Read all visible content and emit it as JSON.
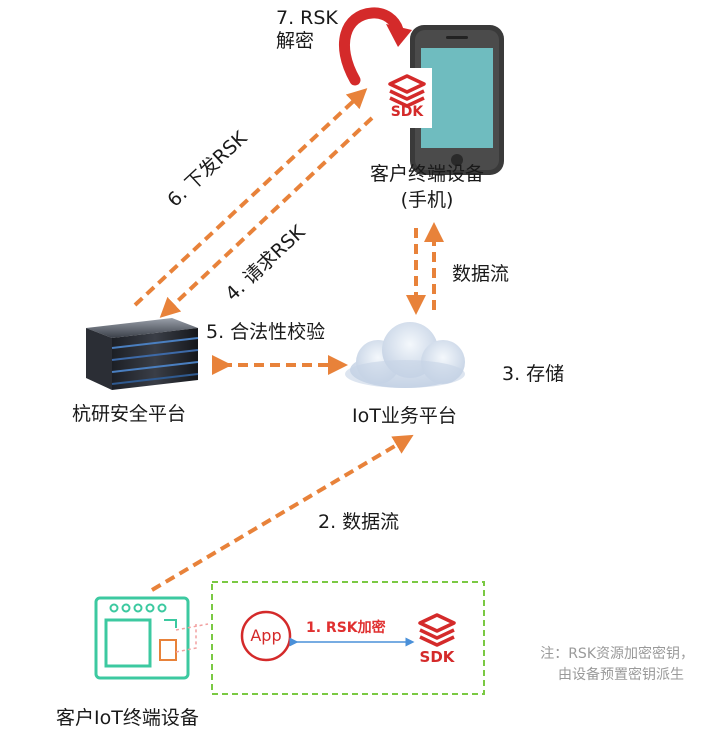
{
  "step7": {
    "line1": "7. RSK",
    "line2": "解密"
  },
  "phone": {
    "sdk_label": "SDK",
    "title": "客户终端设备",
    "subtitle": "(手机)"
  },
  "arrows": {
    "step6": "6. 下发RSK",
    "step4": "4. 请求RSK",
    "dataflow_top": "数据流",
    "step5": "5. 合法性校验",
    "step3": "3. 存储",
    "step2": "2. 数据流"
  },
  "server": {
    "title": "杭研安全平台"
  },
  "cloud": {
    "title": "IoT业务平台"
  },
  "device": {
    "title": "客户IoT终端设备",
    "app_label": "App",
    "sdk_label": "SDK",
    "step1": "1. RSK加密"
  },
  "note": {
    "line1": "注：RSK资源加密密钥，",
    "line2": "由设备预置密钥派生"
  },
  "colors": {
    "orange": "#e8823a",
    "red": "#d42a2a",
    "green": "#7ac943",
    "blue": "#4a90d9",
    "phone_screen": "#6fbcbf"
  }
}
